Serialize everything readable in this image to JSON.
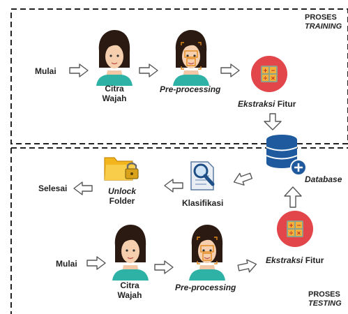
{
  "training": {
    "stage_line1": "PROSES",
    "stage_line2": "TRAINING",
    "start": "Mulai",
    "face_line1": "Citra",
    "face_line2": "Wajah",
    "preprocess": "Pre-processing",
    "extract_italic": "Ekstraksi",
    "extract_rest": " Fitur"
  },
  "testing": {
    "stage_line1": "PROSES",
    "stage_line2": "TESTING",
    "start": "Mulai",
    "face_line1": "Citra",
    "face_line2": "Wajah",
    "preprocess": "Pre-processing",
    "extract_italic": "Ekstraksi",
    "extract_rest": " Fitur",
    "database": "Database",
    "classification": "Klasifikasi",
    "unlock_italic": "Unlock",
    "unlock_rest": "Folder",
    "finish": "Selesai"
  },
  "icons": {
    "face": "woman-face-icon",
    "face_scan": "face-scan-icon",
    "calculator": "calculator-icon",
    "database": "database-add-icon",
    "search_doc": "search-document-icon",
    "folder_lock": "locked-folder-icon"
  },
  "colors": {
    "calculator_red": "#e2454a",
    "database_blue": "#1f5a9e",
    "folder_yellow": "#f2b51c",
    "arrow_stroke": "#555555"
  }
}
